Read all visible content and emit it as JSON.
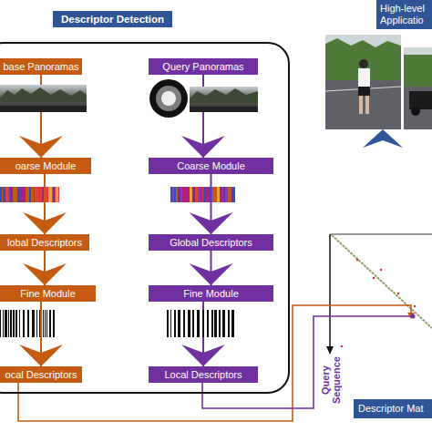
{
  "diagram": {
    "nodes": [
      {
        "text": [
          "Descriptor Detection"
        ]
      },
      {
        "text": [
          "base Panoramas"
        ],
        "in": 0
      },
      {
        "text": [
          "oarse Module"
        ],
        "in": 0
      },
      {
        "text": [
          "lobal Descriptors"
        ],
        "in": 0
      },
      {
        "text": [
          "Fine Module"
        ],
        "in": 0
      },
      {
        "text": [
          "ocal Descriptors"
        ],
        "in": 0
      },
      {
        "text": [
          "Query Panoramas"
        ],
        "in": 0
      },
      {
        "text": [
          "Coarse Module"
        ],
        "in": 0
      },
      {
        "text": [
          "Global Descriptors"
        ],
        "in": 0
      },
      {
        "text": [
          "Fine Module"
        ],
        "in": 0
      },
      {
        "text": [
          "Local Descriptors"
        ],
        "in": 0
      },
      {
        "text": [
          "High-level Applicatio"
        ]
      },
      {
        "text": [
          "Descriptor Mat"
        ]
      }
    ],
    "edges": [
      {
        "from": 1,
        "to": 2,
        "arrow": "to"
      },
      {
        "from": 2,
        "to": 3,
        "arrow": "to"
      },
      {
        "from": 3,
        "to": 4,
        "arrow": "to"
      },
      {
        "from": 4,
        "to": 5,
        "arrow": "to"
      },
      {
        "from": 6,
        "to": 7,
        "arrow": "to"
      },
      {
        "from": 7,
        "to": 8,
        "arrow": "to"
      },
      {
        "from": 8,
        "to": 9,
        "arrow": "to"
      },
      {
        "from": 9,
        "to": 10,
        "arrow": "to"
      }
    ],
    "labels": [
      "Query Sequence"
    ]
  }
}
